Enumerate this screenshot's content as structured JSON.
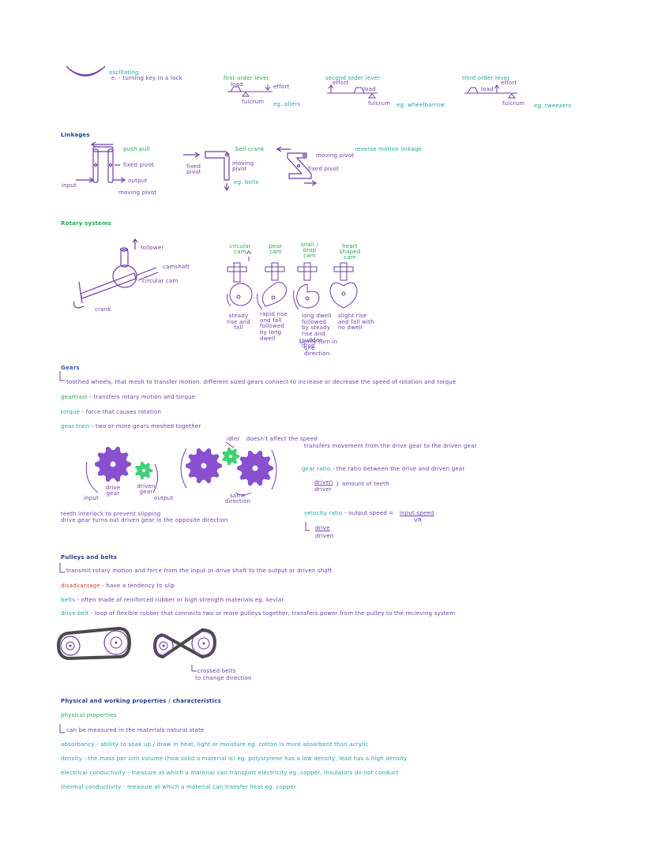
{
  "levers": {
    "oscillating": "oscillating",
    "oscillating_eg": "e. - turning key in a lock",
    "first_class": "first order lever",
    "first_load": "load",
    "first_effort": "effort",
    "first_fulcrum": "fulcrum",
    "first_eg": "eg. pliers",
    "second_class": "second order lever",
    "second_effort": "effort",
    "second_load": "load",
    "second_fulcrum": "fulcrum",
    "second_eg": "eg. wheelbarrow",
    "third_class": "third order lever",
    "third_effort": "effort",
    "third_load": "load",
    "third_fulcrum": "fulcrum",
    "third_eg": "eg. tweezers"
  },
  "linkages": {
    "title": "Linkages",
    "push_pull": "push pull",
    "fixed_pivot": "fixed pivot",
    "output": "output",
    "input": "input",
    "moving_pivot": "moving pivot",
    "bell_crank": "bell crank",
    "bc_fixed_pivot": "fixed pivot",
    "bc_moving_pivot": "moving pivot",
    "bc_eg": "eg. bells",
    "reverse_motion": "reverse motion linkage",
    "rm_moving_pivot": "moving pivot",
    "rm_fixed_pivot": "fixed pivot"
  },
  "rotary": {
    "title": "Rotary systems",
    "follower": "follower",
    "camshaft": "camshaft",
    "circular_cam": "circular cam",
    "crank": "crank",
    "cam1_name": "circular cam",
    "cam2_name": "pear cam",
    "cam3_name": "snail / drop cam",
    "cam4_name": "heart shaped cam",
    "cam1_desc": "steady rise and fall",
    "cam2_desc": "rapid rise and fall followed by long dwell",
    "cam3_desc": "long dwell followed by steady rise and sudden drop",
    "cam3_note": "only turn in one direction",
    "cam4_desc": "slight rise and fall with no dwell"
  },
  "gears": {
    "title": "Gears",
    "definition": "toothed wheels, that mesh to transfer motion. different sized gears connect to increase or decrease the speed of rotation and torque",
    "geartrain_term": "geartrain",
    "geartrain_def": "transfers rotary motion and torque",
    "torque_term": "torque",
    "torque_def": "force that causes rotation",
    "gear_train_term": "gear train",
    "gear_train_def": "two or more gears meshed together",
    "idler": "idler",
    "idler_note": "doesn't affect the speed",
    "idler_note2": "transfers movement from the drive gear to the driven gear",
    "drive_gear": "drive gear",
    "driven_gear": "driven gear",
    "input": "input",
    "output": "output",
    "same_direction": "same direction",
    "gear_ratio_term": "gear ratio",
    "gear_ratio_def": "the ratio between the drive and driven gear",
    "ratio_numerator": "driven",
    "ratio_denominator": "driver",
    "ratio_note": "amount of teeth",
    "velocity_ratio_term": "velocity ratio",
    "velocity_ratio_def": "output speed =",
    "velocity_num": "input speed",
    "velocity_den": "VR",
    "vr_num": "drive",
    "vr_den": "driven",
    "teeth_note": "teeth interlock to prevent slipping",
    "teeth_note2": "drive gear turns out driven gear in the opposite direction"
  },
  "pulleys": {
    "title": "Pulleys and belts",
    "definition": "transmit rotary motion and force from the input or drive shaft to the output or driven shaft",
    "disadvantage_term": "disadvantage",
    "disadvantage_def": "have a tendency to slip",
    "belts_term": "belts",
    "belts_def": "often made of reinforced rubber or high strength materials eg. kevlar",
    "drive_belt_term": "drive belt",
    "drive_belt_def": "loop of flexible rubber that connects two or more pulleys together, transfers power from the pulley to the recieving system",
    "crossed_note": "crossed belts",
    "crossed_note2": "to change direction"
  },
  "properties": {
    "title": "Physical and working properties / characteristics",
    "physical_term": "physical properties",
    "physical_def": "can be measured in the materials natural state",
    "absorbency": "absorbancy - ability to soak up / draw in heat, light or moisture  eg. cotton is more absorbent than acrylic",
    "density": "density - the mass per unit volume (how solid a material is)  eg. polystyrene has a low density, lead has a high density",
    "electrical": "electrical conductivity - measure at which a material can transport electricity  eg. copper, insulators do not conduct",
    "thermal": "thermal conductivity - measure at which a material can transfer heat  eg. copper"
  },
  "colors": {
    "purple": "#6b3fa6",
    "green": "#27a651",
    "teal": "#1fa59a",
    "blue": "#2a5fb3",
    "red": "#d63b2f",
    "gear_purple": "#8a4fd0",
    "gear_green": "#3fd176",
    "belt_gray": "#4a4a4a"
  }
}
